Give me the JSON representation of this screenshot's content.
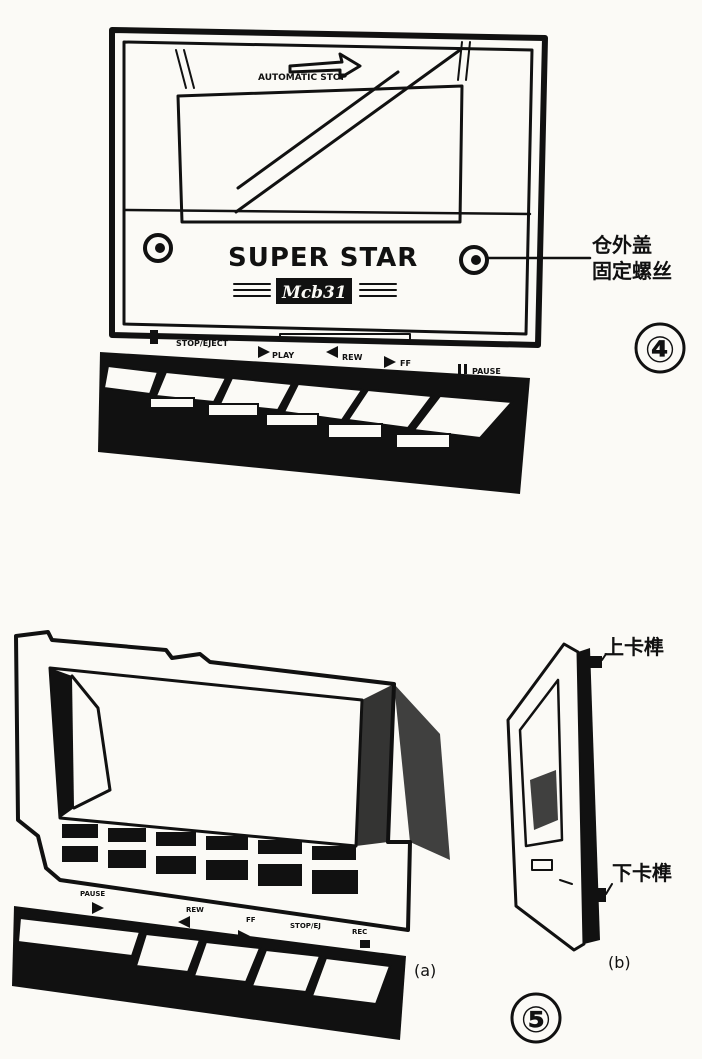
{
  "figure4": {
    "device": {
      "brand": "SUPER STAR",
      "model": "Mcb31",
      "auto_stop": "AUTOMATIC STOP"
    },
    "callout_cover_screw": [
      "仓外盖",
      "固定螺丝"
    ],
    "button_labels": [
      "STOP/EJECT",
      "PLAY",
      "REW",
      "FF",
      "PAUSE"
    ],
    "number": "④"
  },
  "figure5": {
    "callout_upper_latch": "上卡榫",
    "callout_lower_latch": "下卡榫",
    "button_labels": [
      "PAUSE",
      "REW",
      "FF",
      "STOP/EJ",
      "REC"
    ],
    "sub_a": "(a)",
    "sub_b": "(b)",
    "number": "⑤"
  },
  "colors": {
    "ink": "#111111",
    "paper": "#fbfaf6"
  }
}
